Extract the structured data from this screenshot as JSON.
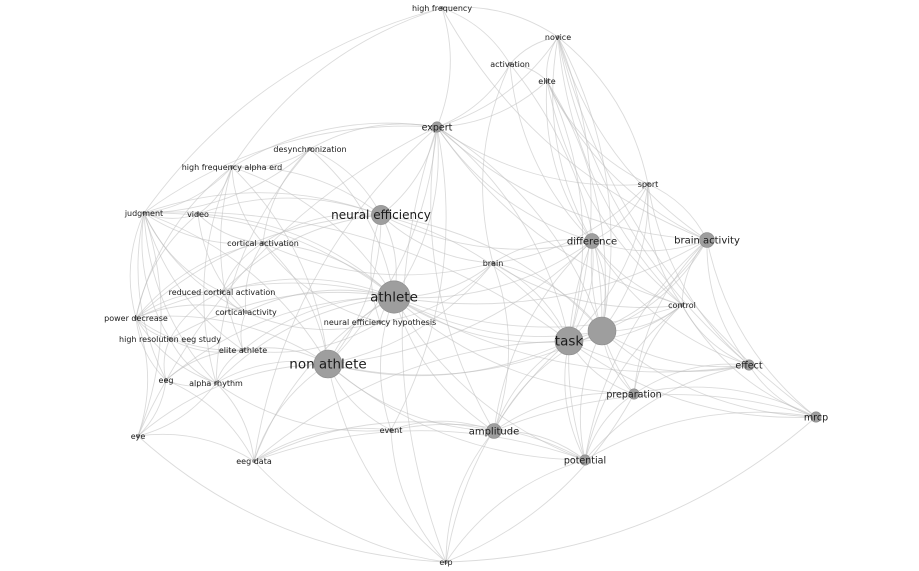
{
  "chart_data": {
    "type": "network",
    "nodes": [
      {
        "id": "high_frequency",
        "label": "high frequency",
        "weight": 0
      },
      {
        "id": "novice",
        "label": "novice",
        "weight": 0
      },
      {
        "id": "activation",
        "label": "activation",
        "weight": 0
      },
      {
        "id": "elite",
        "label": "elite",
        "weight": 0
      },
      {
        "id": "expert",
        "label": "expert",
        "weight": 1
      },
      {
        "id": "desynchronization",
        "label": "desynchronization",
        "weight": 0
      },
      {
        "id": "high_frequency_alpha_erd",
        "label": "high frequency alpha erd",
        "weight": 0
      },
      {
        "id": "sport",
        "label": "sport",
        "weight": 0
      },
      {
        "id": "judgment",
        "label": "judgment",
        "weight": 0
      },
      {
        "id": "video",
        "label": "video",
        "weight": 0
      },
      {
        "id": "neural_efficiency",
        "label": "neural efficiency",
        "weight": 3
      },
      {
        "id": "difference",
        "label": "difference",
        "weight": 2
      },
      {
        "id": "brain_activity",
        "label": "brain activity",
        "weight": 2
      },
      {
        "id": "cortical_activation",
        "label": "cortical activation",
        "weight": 0
      },
      {
        "id": "brain",
        "label": "brain",
        "weight": 0
      },
      {
        "id": "reduced_cortical_activation",
        "label": "reduced cortical activation",
        "weight": 0
      },
      {
        "id": "athlete",
        "label": "athlete",
        "weight": 6
      },
      {
        "id": "cortical_activity",
        "label": "cortical activity",
        "weight": 0
      },
      {
        "id": "control",
        "label": "control",
        "weight": 0
      },
      {
        "id": "power_decrease",
        "label": "power decrease",
        "weight": 0
      },
      {
        "id": "neural_efficiency_hypothesis",
        "label": "neural efficiency hypothesis",
        "weight": 0
      },
      {
        "id": "high_resolution_eeg_study",
        "label": "high resolution eeg study",
        "weight": 0
      },
      {
        "id": "task",
        "label": "task",
        "weight": 5
      },
      {
        "id": "elite_athlete",
        "label": "elite athlete",
        "weight": 0
      },
      {
        "id": "non_athlete",
        "label": "non athlete",
        "weight": 5
      },
      {
        "id": "effect",
        "label": "effect",
        "weight": 1
      },
      {
        "id": "eeg",
        "label": "eeg",
        "weight": 0
      },
      {
        "id": "alpha_rhythm",
        "label": "alpha rhythm",
        "weight": 0
      },
      {
        "id": "preparation",
        "label": "preparation",
        "weight": 1
      },
      {
        "id": "mrcp",
        "label": "mrcp",
        "weight": 1
      },
      {
        "id": "eye",
        "label": "eye",
        "weight": 0
      },
      {
        "id": "event",
        "label": "event",
        "weight": 0
      },
      {
        "id": "amplitude",
        "label": "amplitude",
        "weight": 2
      },
      {
        "id": "potential",
        "label": "potential",
        "weight": 1
      },
      {
        "id": "eeg_data",
        "label": "eeg data",
        "weight": 0
      },
      {
        "id": "erp",
        "label": "erp",
        "weight": 0
      },
      {
        "id": "hub",
        "label": "",
        "weight": 5
      }
    ],
    "edges": [
      [
        "athlete",
        "non_athlete"
      ],
      [
        "athlete",
        "neural_efficiency"
      ],
      [
        "athlete",
        "task"
      ],
      [
        "athlete",
        "hub"
      ],
      [
        "athlete",
        "expert"
      ],
      [
        "athlete",
        "difference"
      ],
      [
        "athlete",
        "amplitude"
      ],
      [
        "athlete",
        "potential"
      ],
      [
        "athlete",
        "brain"
      ],
      [
        "athlete",
        "cortical_activation"
      ],
      [
        "athlete",
        "judgment"
      ],
      [
        "athlete",
        "eeg_data"
      ],
      [
        "athlete",
        "event"
      ],
      [
        "athlete",
        "brain_activity"
      ],
      [
        "athlete",
        "control"
      ],
      [
        "athlete",
        "neural_efficiency_hypothesis"
      ],
      [
        "athlete",
        "cortical_activity"
      ],
      [
        "athlete",
        "elite_athlete"
      ],
      [
        "athlete",
        "high_frequency_alpha_erd"
      ],
      [
        "athlete",
        "power_decrease"
      ],
      [
        "athlete",
        "alpha_rhythm"
      ],
      [
        "athlete",
        "eeg"
      ],
      [
        "athlete",
        "preparation"
      ],
      [
        "athlete",
        "effect"
      ],
      [
        "athlete",
        "desynchronization"
      ],
      [
        "athlete",
        "video"
      ],
      [
        "athlete",
        "reduced_cortical_activation"
      ],
      [
        "athlete",
        "high_resolution_eeg_study"
      ],
      [
        "non_athlete",
        "neural_efficiency"
      ],
      [
        "non_athlete",
        "task"
      ],
      [
        "non_athlete",
        "hub"
      ],
      [
        "non_athlete",
        "amplitude"
      ],
      [
        "non_athlete",
        "potential"
      ],
      [
        "non_athlete",
        "expert"
      ],
      [
        "non_athlete",
        "judgment"
      ],
      [
        "non_athlete",
        "eeg_data"
      ],
      [
        "non_athlete",
        "eye"
      ],
      [
        "non_athlete",
        "event"
      ],
      [
        "non_athlete",
        "difference"
      ],
      [
        "non_athlete",
        "cortical_activation"
      ],
      [
        "non_athlete",
        "elite_athlete"
      ],
      [
        "non_athlete",
        "alpha_rhythm"
      ],
      [
        "non_athlete",
        "high_frequency_alpha_erd"
      ],
      [
        "non_athlete",
        "power_decrease"
      ],
      [
        "non_athlete",
        "brain"
      ],
      [
        "non_athlete",
        "erp"
      ],
      [
        "task",
        "hub"
      ],
      [
        "task",
        "difference"
      ],
      [
        "task",
        "amplitude"
      ],
      [
        "task",
        "potential"
      ],
      [
        "task",
        "preparation"
      ],
      [
        "task",
        "brain_activity"
      ],
      [
        "task",
        "control"
      ],
      [
        "task",
        "expert"
      ],
      [
        "task",
        "neural_efficiency"
      ],
      [
        "task",
        "brain"
      ],
      [
        "task",
        "effect"
      ],
      [
        "task",
        "mrcp"
      ],
      [
        "task",
        "sport"
      ],
      [
        "task",
        "judgment"
      ],
      [
        "task",
        "eeg_data"
      ],
      [
        "task",
        "erp"
      ],
      [
        "task",
        "novice"
      ],
      [
        "task",
        "elite"
      ],
      [
        "hub",
        "difference"
      ],
      [
        "hub",
        "brain_activity"
      ],
      [
        "hub",
        "control"
      ],
      [
        "hub",
        "effect"
      ],
      [
        "hub",
        "mrcp"
      ],
      [
        "hub",
        "preparation"
      ],
      [
        "hub",
        "potential"
      ],
      [
        "hub",
        "amplitude"
      ],
      [
        "hub",
        "expert"
      ],
      [
        "hub",
        "novice"
      ],
      [
        "hub",
        "elite"
      ],
      [
        "hub",
        "activation"
      ],
      [
        "hub",
        "sport"
      ],
      [
        "hub",
        "brain"
      ],
      [
        "hub",
        "neural_efficiency"
      ],
      [
        "neural_efficiency",
        "expert"
      ],
      [
        "neural_efficiency",
        "cortical_activation"
      ],
      [
        "neural_efficiency",
        "judgment"
      ],
      [
        "neural_efficiency",
        "video"
      ],
      [
        "neural_efficiency",
        "high_frequency_alpha_erd"
      ],
      [
        "neural_efficiency",
        "desynchronization"
      ],
      [
        "neural_efficiency",
        "neural_efficiency_hypothesis"
      ],
      [
        "neural_efficiency",
        "brain"
      ],
      [
        "neural_efficiency",
        "difference"
      ],
      [
        "neural_efficiency",
        "power_decrease"
      ],
      [
        "neural_efficiency",
        "reduced_cortical_activation"
      ],
      [
        "expert",
        "novice"
      ],
      [
        "expert",
        "elite"
      ],
      [
        "expert",
        "activation"
      ],
      [
        "expert",
        "high_frequency"
      ],
      [
        "expert",
        "difference"
      ],
      [
        "expert",
        "desynchronization"
      ],
      [
        "expert",
        "high_frequency_alpha_erd"
      ],
      [
        "expert",
        "judgment"
      ],
      [
        "expert",
        "amplitude"
      ],
      [
        "expert",
        "brain_activity"
      ],
      [
        "expert",
        "sport"
      ],
      [
        "expert",
        "control"
      ],
      [
        "expert",
        "eeg_data"
      ],
      [
        "expert",
        "erp"
      ],
      [
        "expert",
        "eye"
      ],
      [
        "novice",
        "elite"
      ],
      [
        "novice",
        "activation"
      ],
      [
        "novice",
        "brain_activity"
      ],
      [
        "novice",
        "difference"
      ],
      [
        "novice",
        "high_frequency"
      ],
      [
        "novice",
        "mrcp"
      ],
      [
        "novice",
        "control"
      ],
      [
        "novice",
        "effect"
      ],
      [
        "elite",
        "activation"
      ],
      [
        "elite",
        "difference"
      ],
      [
        "elite",
        "brain_activity"
      ],
      [
        "elite",
        "sport"
      ],
      [
        "elite",
        "control"
      ],
      [
        "activation",
        "difference"
      ],
      [
        "activation",
        "high_frequency"
      ],
      [
        "activation",
        "brain"
      ],
      [
        "high_frequency",
        "judgment"
      ],
      [
        "high_frequency",
        "high_frequency_alpha_erd"
      ],
      [
        "high_frequency",
        "brain_activity"
      ],
      [
        "difference",
        "brain_activity"
      ],
      [
        "difference",
        "control"
      ],
      [
        "difference",
        "sport"
      ],
      [
        "difference",
        "brain"
      ],
      [
        "difference",
        "potential"
      ],
      [
        "difference",
        "amplitude"
      ],
      [
        "difference",
        "preparation"
      ],
      [
        "difference",
        "effect"
      ],
      [
        "brain_activity",
        "control"
      ],
      [
        "brain_activity",
        "effect"
      ],
      [
        "brain_activity",
        "mrcp"
      ],
      [
        "brain_activity",
        "sport"
      ],
      [
        "brain_activity",
        "preparation"
      ],
      [
        "brain_activity",
        "potential"
      ],
      [
        "control",
        "effect"
      ],
      [
        "control",
        "mrcp"
      ],
      [
        "control",
        "preparation"
      ],
      [
        "control",
        "potential"
      ],
      [
        "effect",
        "mrcp"
      ],
      [
        "effect",
        "preparation"
      ],
      [
        "effect",
        "potential"
      ],
      [
        "mrcp",
        "preparation"
      ],
      [
        "mrcp",
        "potential"
      ],
      [
        "mrcp",
        "amplitude"
      ],
      [
        "preparation",
        "potential"
      ],
      [
        "preparation",
        "amplitude"
      ],
      [
        "potential",
        "amplitude"
      ],
      [
        "potential",
        "event"
      ],
      [
        "potential",
        "erp"
      ],
      [
        "potential",
        "eeg_data"
      ],
      [
        "amplitude",
        "event"
      ],
      [
        "amplitude",
        "erp"
      ],
      [
        "amplitude",
        "eeg_data"
      ],
      [
        "amplitude",
        "brain"
      ],
      [
        "event",
        "erp"
      ],
      [
        "event",
        "eeg_data"
      ],
      [
        "eeg_data",
        "erp"
      ],
      [
        "eeg_data",
        "eye"
      ],
      [
        "eeg_data",
        "eeg"
      ],
      [
        "eeg_data",
        "alpha_rhythm"
      ],
      [
        "eye",
        "eeg"
      ],
      [
        "eye",
        "alpha_rhythm"
      ],
      [
        "eye",
        "power_decrease"
      ],
      [
        "eye",
        "judgment"
      ],
      [
        "eye",
        "erp"
      ],
      [
        "judgment",
        "video"
      ],
      [
        "judgment",
        "cortical_activation"
      ],
      [
        "judgment",
        "power_decrease"
      ],
      [
        "judgment",
        "high_frequency_alpha_erd"
      ],
      [
        "judgment",
        "reduced_cortical_activation"
      ],
      [
        "judgment",
        "cortical_activity"
      ],
      [
        "judgment",
        "elite_athlete"
      ],
      [
        "judgment",
        "eeg"
      ],
      [
        "judgment",
        "alpha_rhythm"
      ],
      [
        "judgment",
        "high_resolution_eeg_study"
      ],
      [
        "judgment",
        "desynchronization"
      ],
      [
        "video",
        "cortical_activation"
      ],
      [
        "video",
        "high_frequency_alpha_erd"
      ],
      [
        "video",
        "power_decrease"
      ],
      [
        "video",
        "cortical_activity"
      ],
      [
        "high_frequency_alpha_erd",
        "desynchronization"
      ],
      [
        "high_frequency_alpha_erd",
        "cortical_activation"
      ],
      [
        "high_frequency_alpha_erd",
        "power_decrease"
      ],
      [
        "high_frequency_alpha_erd",
        "elite_athlete"
      ],
      [
        "high_frequency_alpha_erd",
        "alpha_rhythm"
      ],
      [
        "desynchronization",
        "cortical_activation"
      ],
      [
        "desynchronization",
        "alpha_rhythm"
      ],
      [
        "cortical_activation",
        "reduced_cortical_activation"
      ],
      [
        "cortical_activation",
        "cortical_activity"
      ],
      [
        "cortical_activation",
        "neural_efficiency_hypothesis"
      ],
      [
        "cortical_activation",
        "power_decrease"
      ],
      [
        "cortical_activation",
        "brain"
      ],
      [
        "reduced_cortical_activation",
        "cortical_activity"
      ],
      [
        "reduced_cortical_activation",
        "power_decrease"
      ],
      [
        "reduced_cortical_activation",
        "high_resolution_eeg_study"
      ],
      [
        "cortical_activity",
        "neural_efficiency_hypothesis"
      ],
      [
        "cortical_activity",
        "power_decrease"
      ],
      [
        "cortical_activity",
        "elite_athlete"
      ],
      [
        "power_decrease",
        "high_resolution_eeg_study"
      ],
      [
        "power_decrease",
        "eeg"
      ],
      [
        "power_decrease",
        "alpha_rhythm"
      ],
      [
        "power_decrease",
        "elite_athlete"
      ],
      [
        "high_resolution_eeg_study",
        "elite_athlete"
      ],
      [
        "high_resolution_eeg_study",
        "eeg"
      ],
      [
        "high_resolution_eeg_study",
        "alpha_rhythm"
      ],
      [
        "elite_athlete",
        "alpha_rhythm"
      ],
      [
        "elite_athlete",
        "eeg"
      ],
      [
        "elite_athlete",
        "neural_efficiency_hypothesis"
      ],
      [
        "eeg",
        "alpha_rhythm"
      ],
      [
        "alpha_rhythm",
        "event"
      ],
      [
        "neural_efficiency_hypothesis",
        "brain"
      ],
      [
        "brain",
        "sport"
      ],
      [
        "brain",
        "control"
      ],
      [
        "sport",
        "novice"
      ],
      [
        "sport",
        "control"
      ],
      [
        "sport",
        "effect"
      ],
      [
        "erp",
        "mrcp"
      ],
      [
        "erp",
        "preparation"
      ],
      [
        "event",
        "expert"
      ]
    ]
  }
}
